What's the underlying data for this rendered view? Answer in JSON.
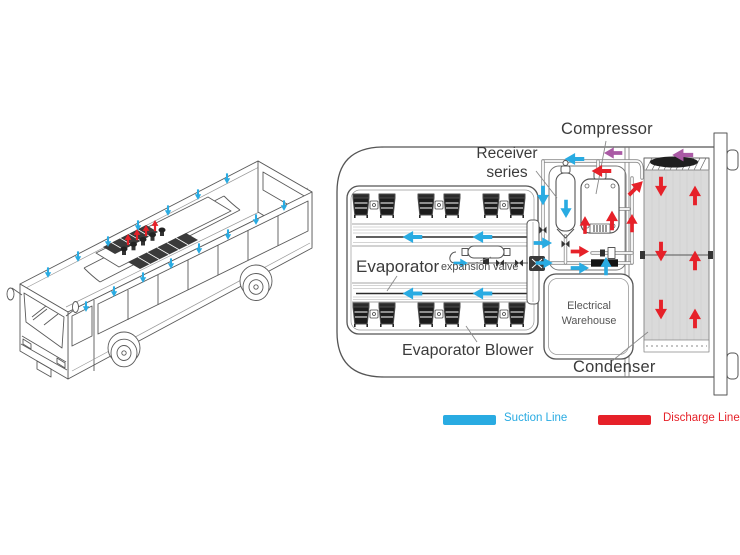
{
  "labels": {
    "compressor": "Compressor",
    "receiver_line1": "Receiver",
    "receiver_line2": "series",
    "evaporator": "Evaporator",
    "expansion_valve": "expansion valve",
    "evaporator_blower": "Evaporator Blower",
    "electrical_line1": "Electrical",
    "electrical_line2": "Warehouse",
    "condenser": "Condenser"
  },
  "legend": {
    "suction": {
      "label": "Suction Line",
      "color": "#29abe2"
    },
    "discharge": {
      "label": "Discharge Line",
      "color": "#e62129"
    }
  },
  "colors": {
    "suction": "#29abe2",
    "discharge": "#e62129",
    "air": "#aa5aa5"
  }
}
